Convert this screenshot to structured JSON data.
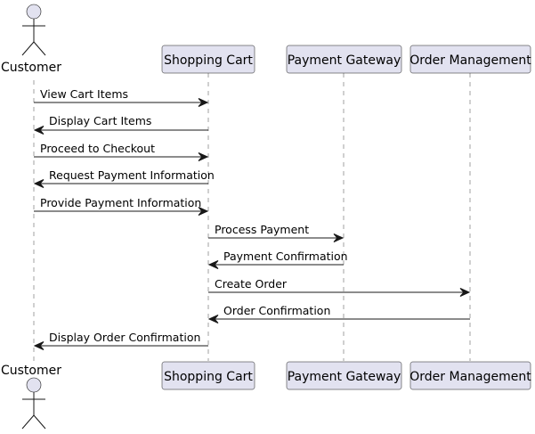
{
  "diagram": {
    "type": "sequence",
    "colors": {
      "participant_fill": "#e2e2f0",
      "border": "#181818",
      "lifeline": "#a0a0a0"
    },
    "participants": [
      {
        "id": "customer",
        "name": "Customer",
        "kind": "actor"
      },
      {
        "id": "cart",
        "name": "Shopping Cart",
        "kind": "participant"
      },
      {
        "id": "gateway",
        "name": "Payment Gateway",
        "kind": "participant"
      },
      {
        "id": "orders",
        "name": "Order Management",
        "kind": "participant"
      }
    ],
    "messages": [
      {
        "from": "customer",
        "to": "cart",
        "label": "View Cart Items"
      },
      {
        "from": "cart",
        "to": "customer",
        "label": "Display Cart Items"
      },
      {
        "from": "customer",
        "to": "cart",
        "label": "Proceed to Checkout"
      },
      {
        "from": "cart",
        "to": "customer",
        "label": "Request Payment Information"
      },
      {
        "from": "customer",
        "to": "cart",
        "label": "Provide Payment Information"
      },
      {
        "from": "cart",
        "to": "gateway",
        "label": "Process Payment"
      },
      {
        "from": "gateway",
        "to": "cart",
        "label": "Payment Confirmation"
      },
      {
        "from": "cart",
        "to": "orders",
        "label": "Create Order"
      },
      {
        "from": "orders",
        "to": "cart",
        "label": "Order Confirmation"
      },
      {
        "from": "cart",
        "to": "customer",
        "label": "Display Order Confirmation"
      }
    ]
  }
}
